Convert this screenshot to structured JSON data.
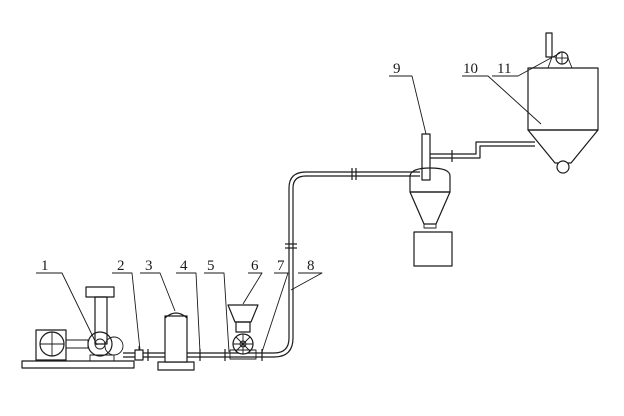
{
  "diagram": {
    "labels": [
      "1",
      "2",
      "3",
      "4",
      "5",
      "6",
      "7",
      "8",
      "9",
      "10",
      "11"
    ],
    "line_color": "#1a1a1a",
    "background": "#ffffff"
  }
}
